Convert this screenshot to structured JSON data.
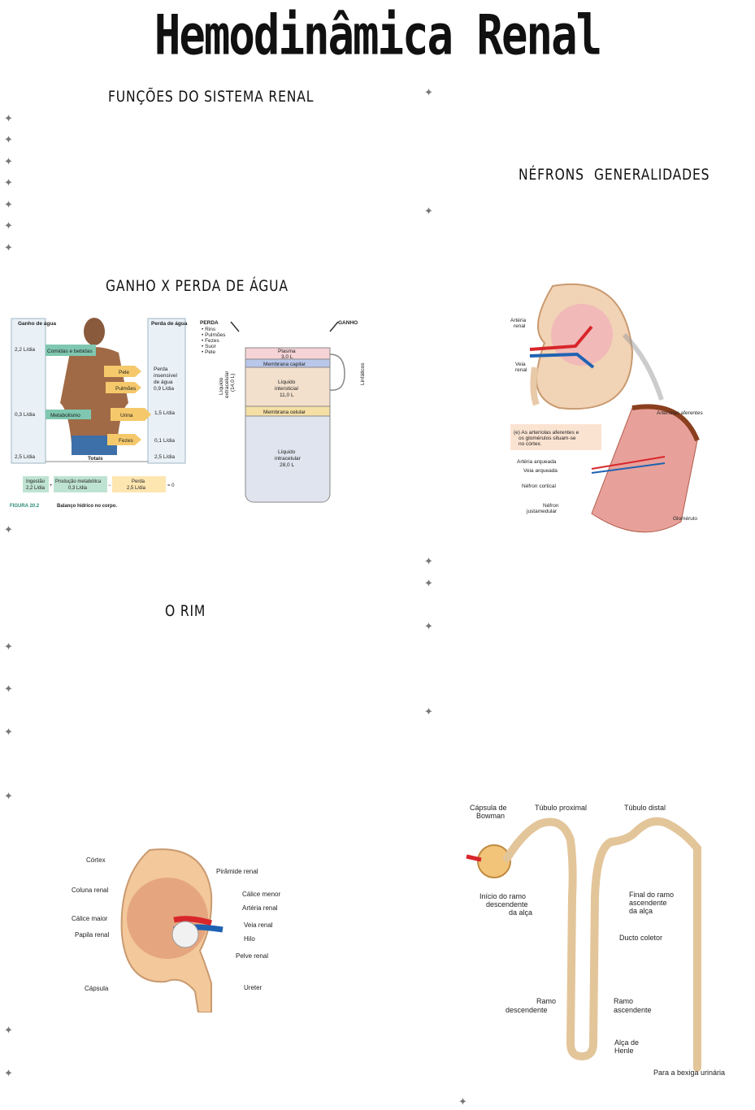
{
  "title": "Hemodinâmica Renal",
  "headings": {
    "funcoes": "FUNÇÕES DO SISTEMA RENAL",
    "ganho": "GANHO X PERDA DE ÁGUA",
    "rim": "O RIM",
    "nefrons": "NÉFRONS",
    "generalidades": "GENERALIDADES"
  },
  "bullet_icon": "sparkle-icon",
  "balance_figure": {
    "ganho_header": "Ganho de água",
    "perda_header": "Perda de água",
    "v22": "2,2 L/dia",
    "v03": "0,3 L/dia",
    "v25a": "2,5 L/dia",
    "v25b": "2,5 L/dia",
    "v15": "1,5 L/dia",
    "v01": "0,1 L/dia",
    "comidas": "Comidas e bebidas",
    "pele": "Pele",
    "pulmoes": "Pulmões",
    "metabolismo": "Metabolismo",
    "urina": "Urina",
    "fezes": "Fezes",
    "perda_insensivel": [
      "Perda",
      "insensível",
      "de água",
      "0,9 L/dia"
    ],
    "totais": "Totais",
    "eq_ingestao": [
      "Ingestão",
      "2,2 L/dia"
    ],
    "eq_plus": "+",
    "eq_producao": [
      "Produção metabólica",
      "0,3 L/dia"
    ],
    "eq_minus": "−",
    "eq_perda": [
      "Perda",
      "2,5 L/dia"
    ],
    "eq_zero": "= 0",
    "caption_num": "FIGURA 20.2",
    "caption_text": "Balanço hídrico no corpo."
  },
  "compartments_figure": {
    "perda_title": "PERDA",
    "perda_items": [
      "• Rins",
      "• Pulmões",
      "• Fezes",
      "• Suor",
      "• Pele"
    ],
    "ganho_title": "GANHO",
    "plasma": [
      "Plasma",
      "3,0 L"
    ],
    "membrana_capilar": "Membrana capilar",
    "intersticial": [
      "Líquido",
      "intersticial",
      "11,0 L"
    ],
    "membrana_celular": "Membrana celular",
    "intracelular": [
      "Líquido",
      "intracelular",
      "28,0 L"
    ],
    "extracelular": [
      "Líquido",
      "extracelular",
      "(14,0 L)"
    ],
    "linfaticos": "Linfáticos"
  },
  "kidney_vessels_figure": {
    "arteria_renal": [
      "Artéria",
      "renal"
    ],
    "veia_renal": [
      "Veia",
      "renal"
    ],
    "arteriolas_aferentes": "Arteríolas aferentes",
    "note": [
      "(e) As arteríolas aferentes e",
      "os glomérulos situam-se",
      "no córtex."
    ],
    "arteria_arqueada": "Artéria arqueada",
    "veia_arqueada": "Veia arqueada",
    "nefron_cortical": "Néfron cortical",
    "nefron_justamedular": [
      "Néfron",
      "justamedular"
    ],
    "glomerulo": "Glomérulo"
  },
  "kidney_anatomy_figure": {
    "cortex": "Córtex",
    "piramide": "Pirâmide renal",
    "coluna": "Coluna renal",
    "calice_menor": "Cálice menor",
    "arteria": "Artéria renal",
    "calice_maior": "Cálice maior",
    "veia": "Veia renal",
    "papila": "Papila renal",
    "hilo": "Hilo",
    "pelve": "Pelve renal",
    "capsula": "Cápsula",
    "ureter": "Ureter"
  },
  "nephron_figure": {
    "capsula_bowman": [
      "Cápsula de",
      "Bowman"
    ],
    "tubulo_proximal": "Túbulo proximal",
    "tubulo_distal": "Túbulo distal",
    "inicio_ramo": [
      "Início do ramo",
      "descendente",
      "da alça"
    ],
    "final_ramo": [
      "Final do ramo",
      "ascendente",
      "da alça"
    ],
    "ducto_coletor": "Ducto coletor",
    "ramo_descendente": [
      "Ramo",
      "descendente"
    ],
    "ramo_ascendente": [
      "Ramo",
      "ascendente"
    ],
    "alca_henle": [
      "Alça de",
      "Henle"
    ],
    "bexiga": "Para a bexiga urinária"
  }
}
